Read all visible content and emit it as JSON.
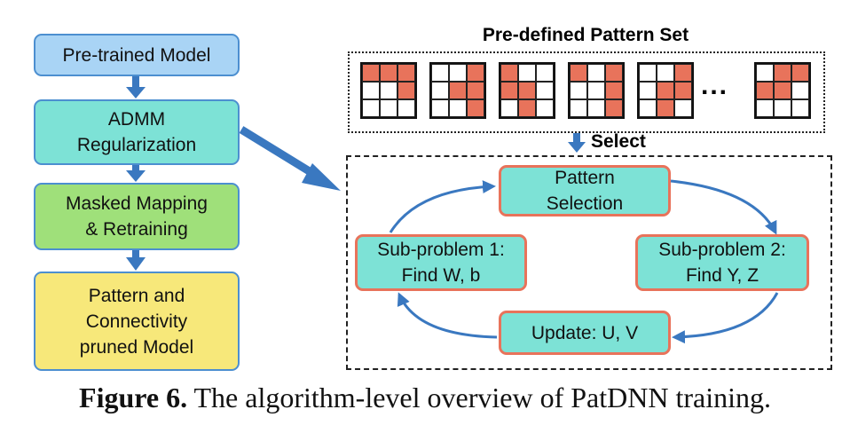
{
  "pipeline": {
    "steps": [
      {
        "label": "Pre-trained Model",
        "color": "#a9d4f5"
      },
      {
        "label": "ADMM\nRegularization",
        "color": "#7de2d6"
      },
      {
        "label": "Masked Mapping\n& Retraining",
        "color": "#9fe07a"
      },
      {
        "label": "Pattern and\nConnectivity\npruned Model",
        "color": "#f7e87a"
      }
    ]
  },
  "pattern_set": {
    "title": "Pre-defined Pattern Set",
    "ellipsis": "...",
    "patterns": [
      [
        1,
        1,
        1,
        0,
        0,
        1,
        0,
        0,
        0
      ],
      [
        0,
        0,
        1,
        0,
        1,
        1,
        0,
        0,
        1
      ],
      [
        1,
        0,
        0,
        1,
        1,
        0,
        0,
        1,
        0
      ],
      [
        1,
        0,
        1,
        0,
        0,
        1,
        0,
        0,
        1
      ],
      [
        0,
        0,
        1,
        0,
        1,
        1,
        0,
        1,
        0
      ],
      [
        0,
        1,
        1,
        1,
        1,
        0,
        0,
        0,
        0
      ]
    ],
    "fill_color": "#e8735b"
  },
  "select_label": "Select",
  "loop": {
    "pattern_selection": "Pattern\nSelection",
    "subproblem_1": "Sub-problem 1:\nFind W, b",
    "subproblem_2": "Sub-problem 2:\nFind Y, Z",
    "update": "Update: U, V"
  },
  "caption": {
    "label": "Figure 6.",
    "text": " The algorithm-level overview of PatDNN training."
  }
}
